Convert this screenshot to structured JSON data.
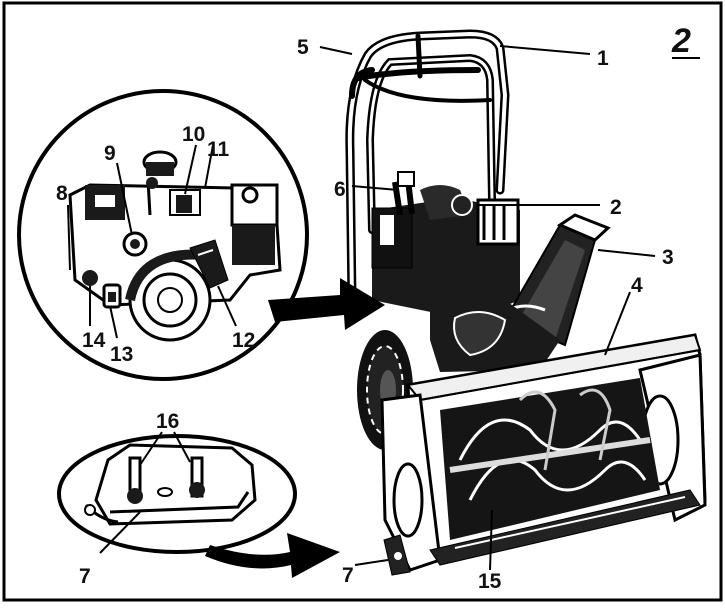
{
  "figure": {
    "number": "2"
  },
  "callouts": [
    {
      "id": "c5",
      "text": "5"
    },
    {
      "id": "c1",
      "text": "1"
    },
    {
      "id": "c6",
      "text": "6"
    },
    {
      "id": "c2",
      "text": "2"
    },
    {
      "id": "c3",
      "text": "3"
    },
    {
      "id": "c4",
      "text": "4"
    },
    {
      "id": "c9",
      "text": "9"
    },
    {
      "id": "c10",
      "text": "10"
    },
    {
      "id": "c11",
      "text": "11"
    },
    {
      "id": "c8",
      "text": "8"
    },
    {
      "id": "c14",
      "text": "14"
    },
    {
      "id": "c13",
      "text": "13"
    },
    {
      "id": "c12",
      "text": "12"
    },
    {
      "id": "c16",
      "text": "16"
    },
    {
      "id": "c7a",
      "text": "7"
    },
    {
      "id": "c7b",
      "text": "7"
    },
    {
      "id": "c15",
      "text": "15"
    }
  ],
  "colors": {
    "frame": "#000000",
    "background": "#ffffff",
    "engine": "#1a1a1a",
    "housing": "#f4f4f4"
  }
}
